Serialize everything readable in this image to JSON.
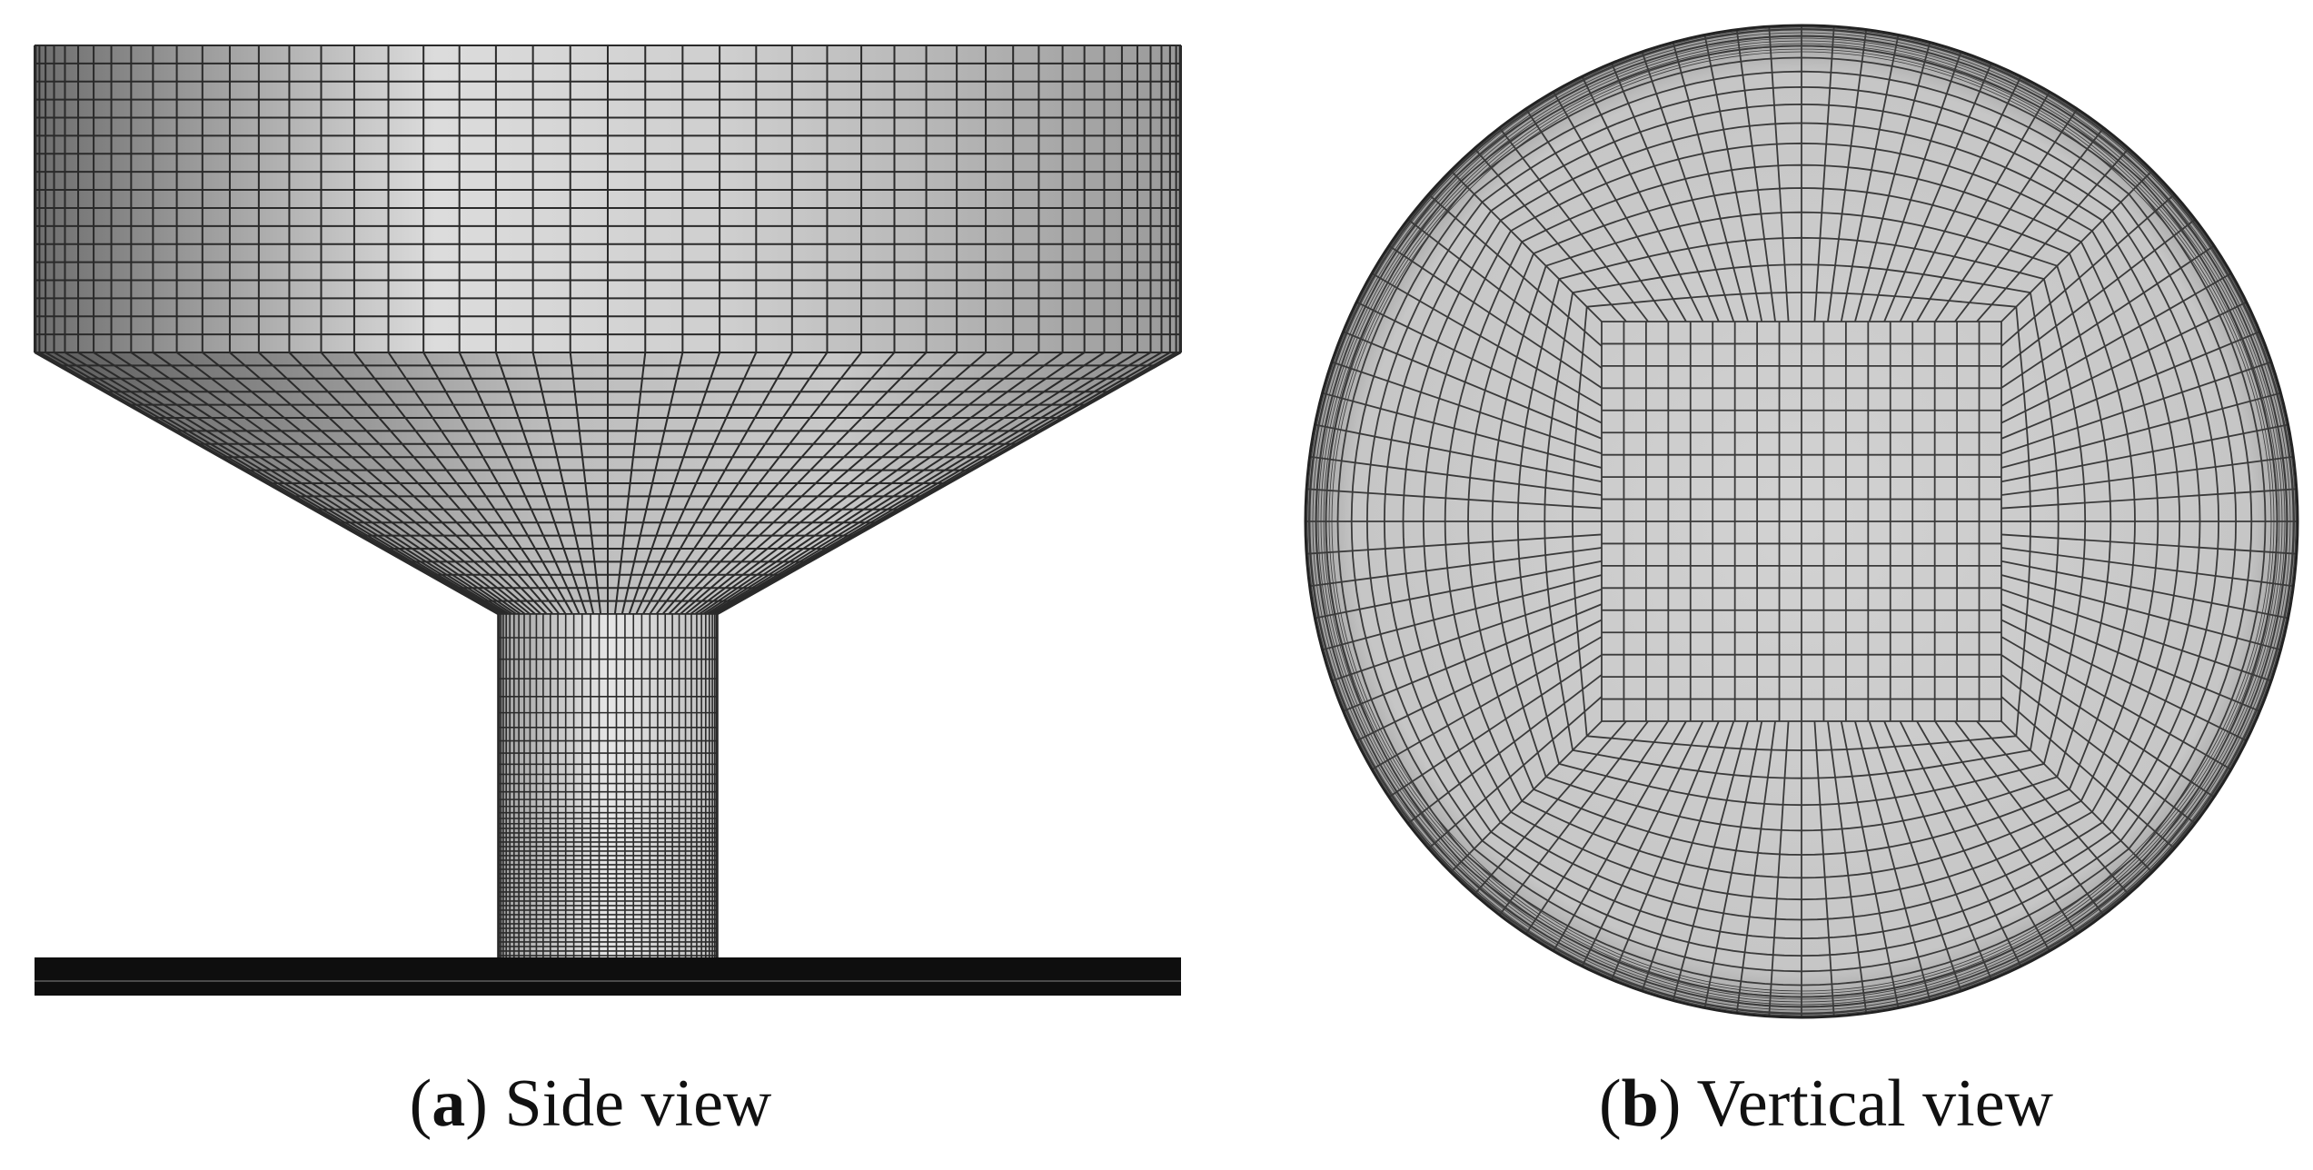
{
  "figure": {
    "panel_a": {
      "letter": "a",
      "caption": "Side view"
    },
    "panel_b": {
      "letter": "b",
      "caption": "Vertical view"
    }
  }
}
